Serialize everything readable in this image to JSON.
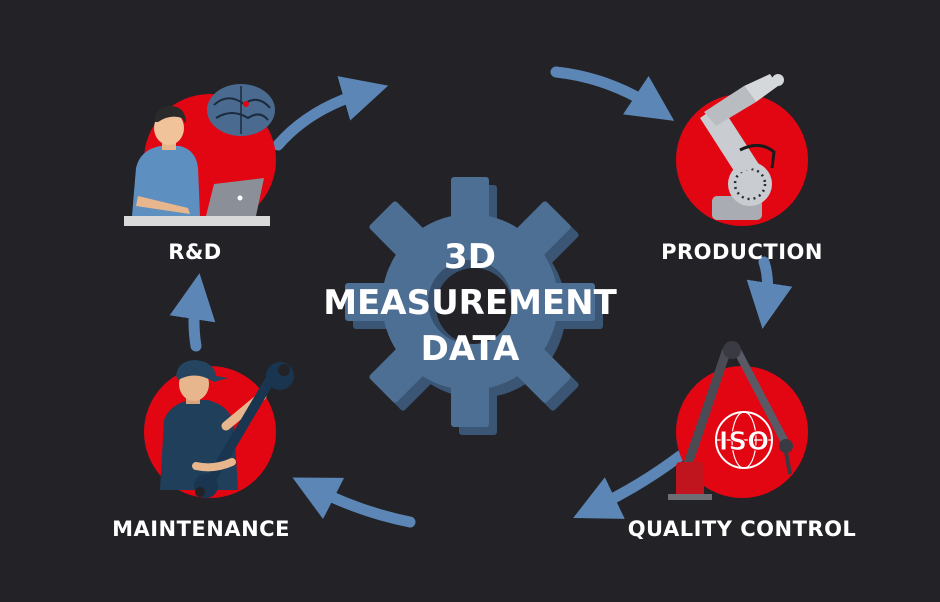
{
  "center": {
    "line1": "3D",
    "line2": "MEASUREMENT",
    "line3": "DATA"
  },
  "stages": {
    "rd": "R&D",
    "production": "PRODUCTION",
    "quality": "QUALITY CONTROL",
    "maintenance": "MAINTENANCE"
  },
  "badge": {
    "iso": "ISO"
  },
  "colors": {
    "background": "#222227",
    "gear": "#4e6f94",
    "arrow": "#5b86b6",
    "circle": "#e20613"
  }
}
